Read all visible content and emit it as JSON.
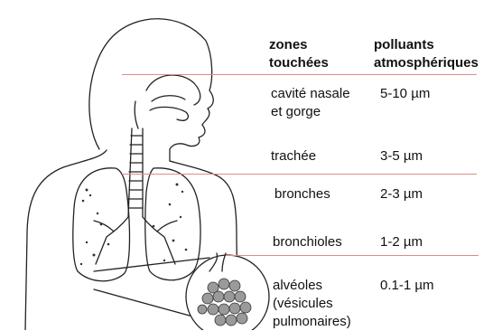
{
  "headers": {
    "zones_line1": "zones",
    "zones_line2": "touchées",
    "pollutants_line1": "polluants",
    "pollutants_line2": "atmosphériques"
  },
  "rows": [
    {
      "zone_lines": [
        "cavité nasale",
        "et gorge"
      ],
      "size": "5-10 µm"
    },
    {
      "zone_lines": [
        "trachée"
      ],
      "size": "3-5 µm"
    },
    {
      "zone_lines": [
        "bronches"
      ],
      "size": "2-3 µm"
    },
    {
      "zone_lines": [
        "bronchioles"
      ],
      "size": "1-2 µm"
    },
    {
      "zone_lines": [
        "alvéoles",
        "(vésicules",
        "pulmonaires)"
      ],
      "size": "0.1-1 µm"
    }
  ],
  "colors": {
    "separator": "#e08a8a",
    "outline": "#222222",
    "alveoli_fill": "#9a9a9a"
  }
}
